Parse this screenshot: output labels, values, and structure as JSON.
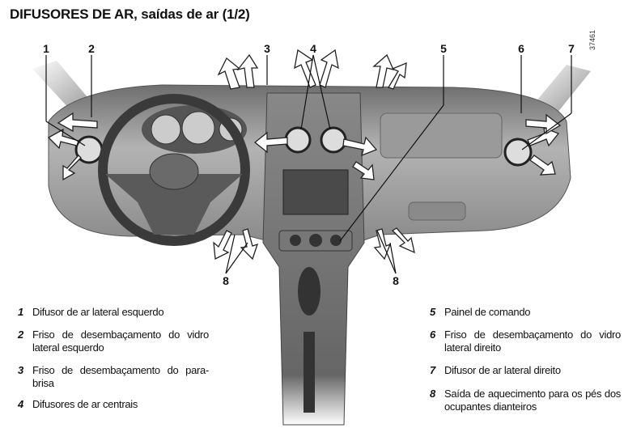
{
  "title": "DIFUSORES DE AR, saídas de ar (1/2)",
  "figure_code": "37461",
  "callouts": [
    "1",
    "2",
    "3",
    "4",
    "5",
    "6",
    "7",
    "8",
    "8"
  ],
  "legend": [
    {
      "num": "1",
      "text": "Difusor de ar lateral esquerdo"
    },
    {
      "num": "2",
      "text": "Friso de desembaçamento do vidro lateral esquerdo"
    },
    {
      "num": "3",
      "text": "Friso de desembaçamento do para-brisa"
    },
    {
      "num": "4",
      "text": "Difusores de ar centrais"
    },
    {
      "num": "5",
      "text": "Painel de comando"
    },
    {
      "num": "6",
      "text": "Friso de desembaçamento do vidro lateral direito"
    },
    {
      "num": "7",
      "text": "Difusor de ar lateral direito"
    },
    {
      "num": "8",
      "text": "Saída de aquecimento para os pés dos ocupantes dianteiros"
    }
  ]
}
